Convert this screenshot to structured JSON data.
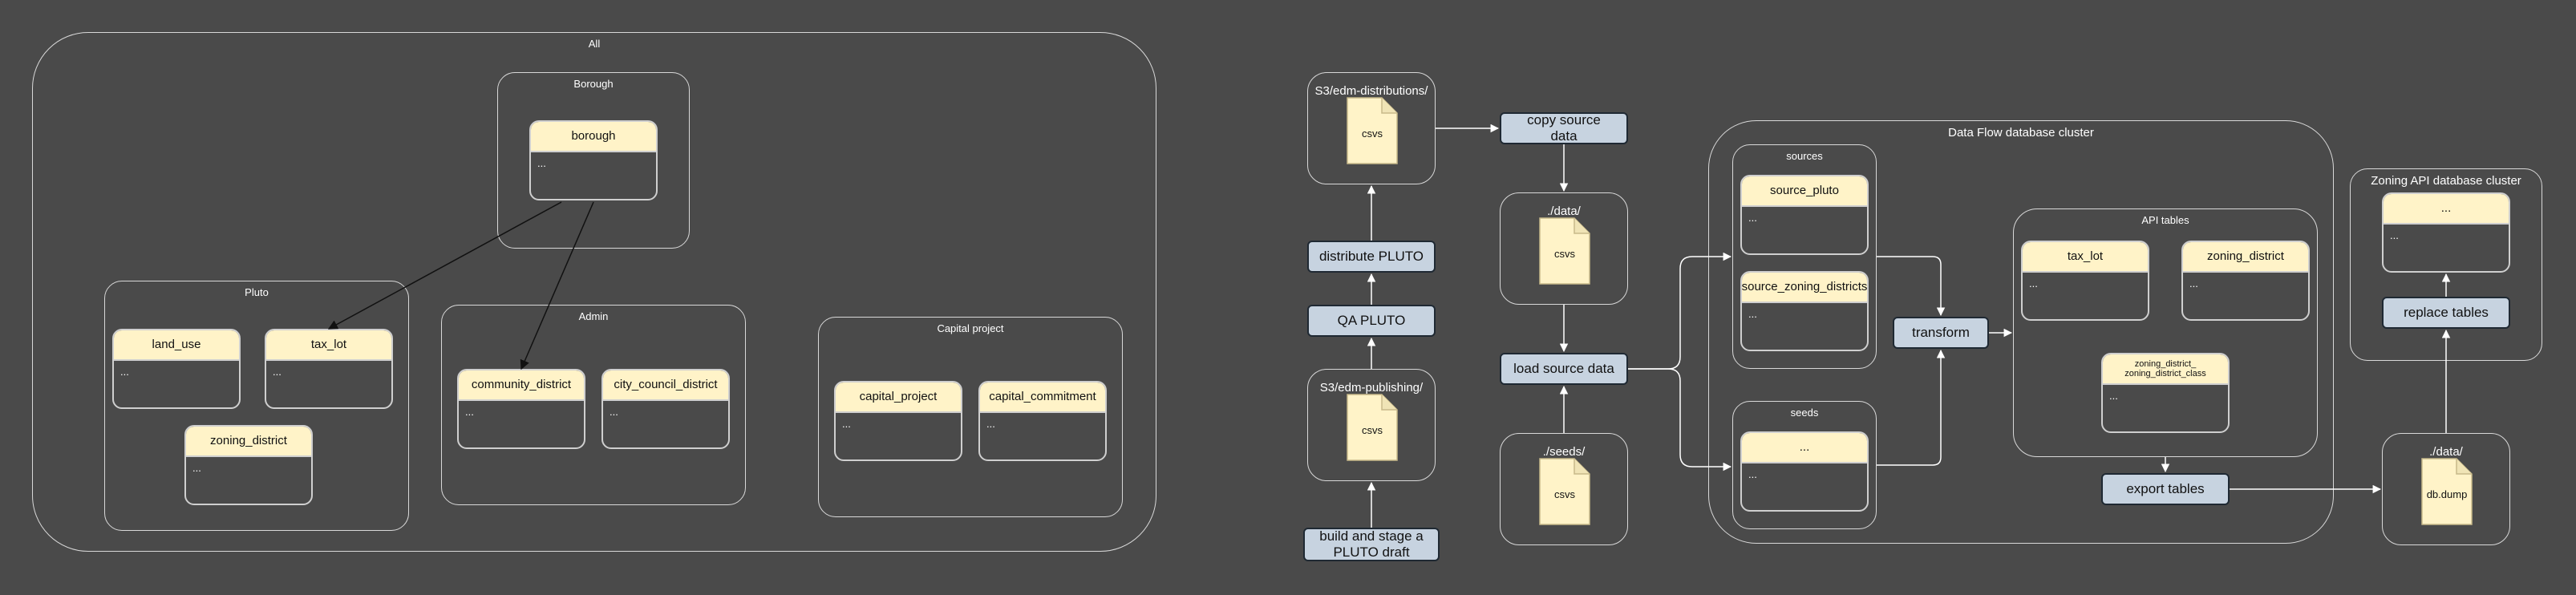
{
  "erd": {
    "all_label": "All",
    "borough_label": "Borough",
    "pluto_label": "Pluto",
    "admin_label": "Admin",
    "capital_label": "Capital project",
    "tables": {
      "borough": {
        "name": "borough",
        "body": "..."
      },
      "land_use": {
        "name": "land_use",
        "body": "..."
      },
      "tax_lot": {
        "name": "tax_lot",
        "body": "..."
      },
      "zoning_district": {
        "name": "zoning_district",
        "body": "..."
      },
      "community_district": {
        "name": "community_district",
        "body": "..."
      },
      "city_council_district": {
        "name": "city_council_district",
        "body": "..."
      },
      "capital_project": {
        "name": "capital_project",
        "body": "..."
      },
      "capital_commitment": {
        "name": "capital_commitment",
        "body": "..."
      }
    }
  },
  "flow": {
    "s3_dist": {
      "label": "S3/edm-distributions/",
      "file": "csvs"
    },
    "distribute": "distribute PLUTO",
    "qa": "QA PLUTO",
    "s3_pub": {
      "label": "S3/edm-publishing/",
      "file": "csvs"
    },
    "build": "build and stage a PLUTO draft",
    "copy": "copy source data",
    "data_dir": {
      "label": "./data/",
      "file": "csvs"
    },
    "load": "load source data",
    "seeds_dir": {
      "label": "./seeds/",
      "file": "csvs"
    },
    "cluster_label": "Data Flow database cluster",
    "sources_label": "sources",
    "source_pluto": {
      "name": "source_pluto",
      "body": "..."
    },
    "source_zoning": {
      "name": "source_zoning_districts",
      "body": "..."
    },
    "seeds_label": "seeds",
    "seeds_table": {
      "name": "...",
      "body": "..."
    },
    "transform": "transform",
    "api_label": "API tables",
    "api_tax_lot": {
      "name": "tax_lot",
      "body": "..."
    },
    "api_zoning": {
      "name": "zoning_district",
      "body": "..."
    },
    "api_zdc": {
      "name": "zoning_district_ zoning_district_class",
      "body": "..."
    },
    "export": "export tables",
    "dump_dir": {
      "label": "./data/",
      "file": "db.dump"
    },
    "replace": "replace tables",
    "zapi_label": "Zoning API database cluster",
    "zapi_table": {
      "name": "...",
      "body": "..."
    }
  }
}
